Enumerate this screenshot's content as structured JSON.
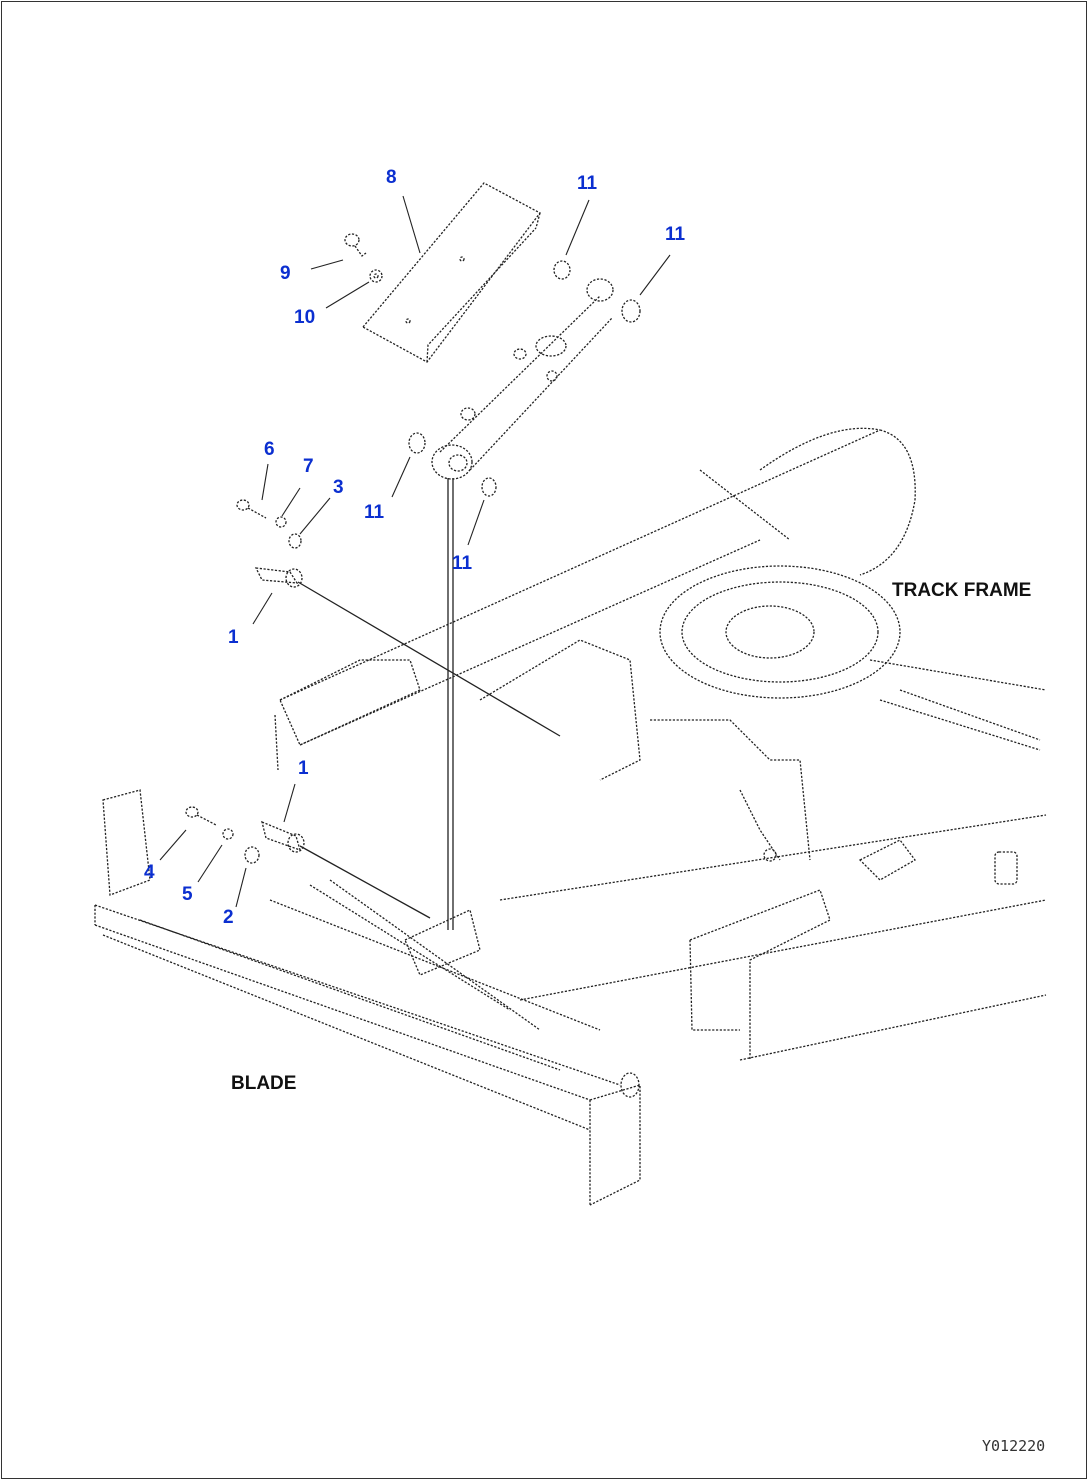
{
  "callouts": {
    "c8": "8",
    "c11a": "11",
    "c11b": "11",
    "c9": "9",
    "c10": "10",
    "c6": "6",
    "c7": "7",
    "c3": "3",
    "c11c": "11",
    "c11d": "11",
    "c1a": "1",
    "c1b": "1",
    "c4": "4",
    "c5": "5",
    "c2": "2"
  },
  "labels": {
    "track_frame": "TRACK FRAME",
    "blade": "BLADE"
  },
  "drawing_ref": "Y012220"
}
